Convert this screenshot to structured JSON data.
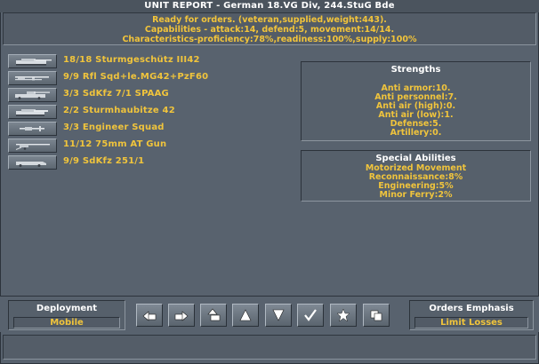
{
  "window": {
    "title": "UNIT REPORT - German 18.VG Div, 244.StuG Bde"
  },
  "status": {
    "line1": "Ready for orders. (veteran,supplied,weight:443).",
    "line2": "Capabilities - attack:14, defend:5, movement:14/14.",
    "line3": "Characteristics-proficiency:78%,readiness:100%,supply:100%"
  },
  "units": [
    {
      "label": "18/18 Sturmgeschütz III42",
      "icon": "assault-gun-icon"
    },
    {
      "label": "9/9 Rfl Sqd+le.MG42+PzF60",
      "icon": "rifle-squad-icon"
    },
    {
      "label": "3/3 SdKfz 7/1 SPAAG",
      "icon": "halftrack-aa-icon"
    },
    {
      "label": "2/2 Sturmhaubitze 42",
      "icon": "assault-howitzer-icon"
    },
    {
      "label": "3/3 Engineer Squad",
      "icon": "engineer-icon"
    },
    {
      "label": "11/12 75mm AT Gun",
      "icon": "at-gun-icon"
    },
    {
      "label": "9/9 SdKfz 251/1",
      "icon": "halftrack-icon"
    }
  ],
  "strengths": {
    "title": "Strengths",
    "lines": [
      "Anti armor:10.",
      "Anti personnel:7.",
      "Anti air (high):0.",
      "Anti air (low):1.",
      "Defense:5.",
      "Artillery:0."
    ]
  },
  "abilities": {
    "title": "Special Abilities",
    "lines": [
      "Motorized Movement",
      "Reconnaissance:8%",
      "Engineering:5%",
      "Minor Ferry:2%"
    ]
  },
  "deployment": {
    "title": "Deployment",
    "value": "Mobile"
  },
  "orders": {
    "title": "Orders Emphasis",
    "value": "Limit Losses"
  },
  "colors": {
    "text_accent": "#f0c43c",
    "title_text": "#ffffff",
    "background": "#58626e"
  }
}
